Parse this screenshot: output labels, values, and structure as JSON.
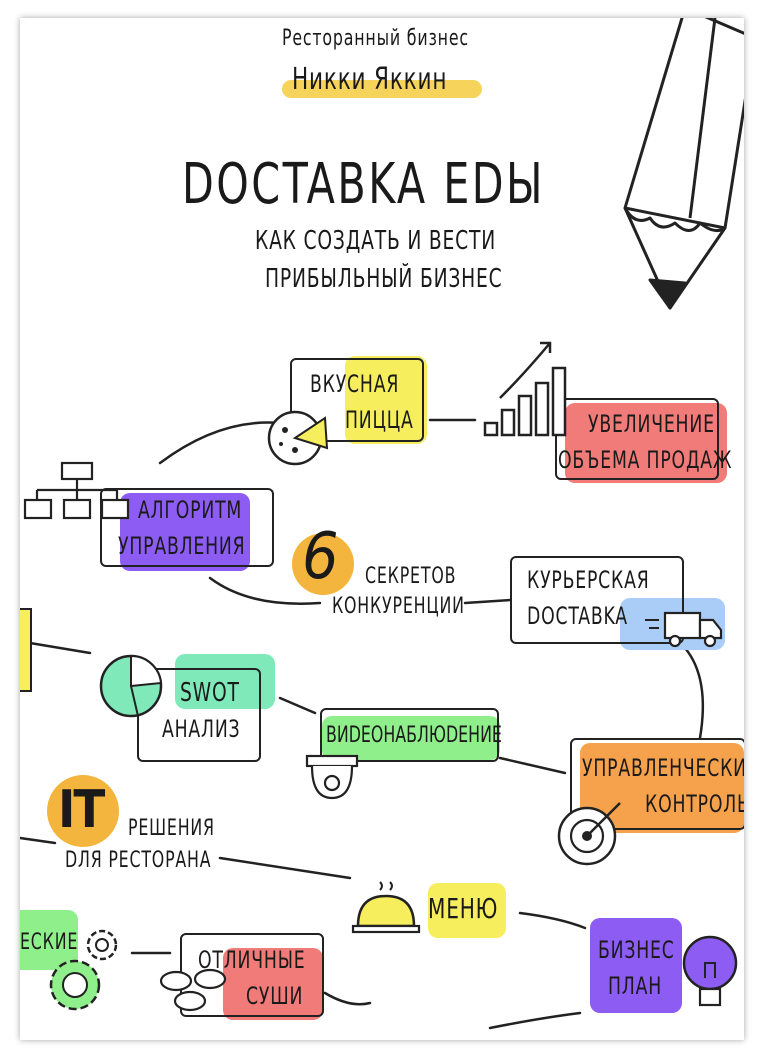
{
  "header": {
    "series": "Ресторанный бизнес",
    "author": "Никки Яккин"
  },
  "title": "DOCTABKA EDЫ",
  "subtitle": {
    "line1": "КАК СОЗДАТЬ И ВЕСТИ",
    "line2": "ПРИБЫЛЬНЫЙ БИЗНЕС"
  },
  "nodes": {
    "pizza": {
      "line1": "ВКУСНАЯ",
      "line2": "ПИЦЦА"
    },
    "sales": {
      "line1": "УВЕЛИЧЕНИЕ",
      "line2": "ОБЪЕМА ПРОДАЖ"
    },
    "algorithm": {
      "line1": "АЛГОРИТМ",
      "line2": "УПРАВЛЕНИЯ"
    },
    "secrets": {
      "number": "6",
      "line1": "СЕКРЕТОВ",
      "line2": "КОНКУРЕНЦИИ"
    },
    "courier": {
      "line1": "КУРЬЕРСКАЯ",
      "line2": "DOCTABKA"
    },
    "swot": {
      "line1": "SWOT",
      "line2": "АНАЛИЗ"
    },
    "video": {
      "label": "ВИDЕОНАБЛЮDЕНИЕ"
    },
    "control": {
      "line1": "УПРАВЛЕНЧЕСКИЙ",
      "line2": "КОНТРОЛЬ"
    },
    "it": {
      "badge": "IT",
      "line1": "РЕШЕНИЯ",
      "line2": "DЛЯ РЕСТОРАНА"
    },
    "menu": {
      "label": "МЕНЮ"
    },
    "plan": {
      "line1": "БИЗНЕС",
      "line2": "ПЛАН"
    },
    "sushi": {
      "line1": "ОТЛИЧНЫЕ",
      "line2": "СУШИ"
    },
    "tech": {
      "label": "ЕСКИЕ"
    }
  },
  "colors": {
    "yellow": "#f6ee5c",
    "red": "#f07b79",
    "purple": "#8d5cf2",
    "green": "#8ff08b",
    "mint": "#7fe9b9",
    "blue": "#a9cdf6",
    "orange": "#f6a24c",
    "circle": "#f3b53d"
  }
}
